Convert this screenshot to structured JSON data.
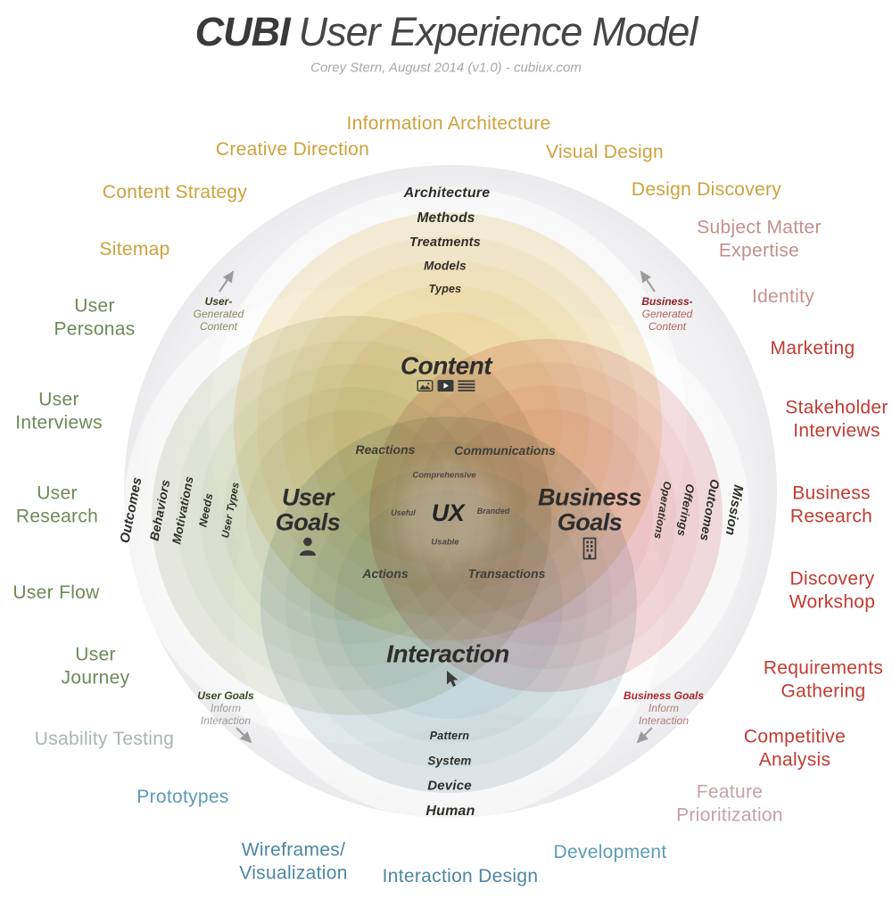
{
  "header": {
    "title_bold": "CUBI",
    "title_rest": "User Experience Model",
    "subtitle": "Corey Stern, August 2014  (v1.0)  - cubiux.com"
  },
  "outer": {
    "information_architecture": "Information Architecture",
    "creative_direction": "Creative Direction",
    "visual_design": "Visual Design",
    "content_strategy": "Content Strategy",
    "design_discovery": "Design Discovery",
    "sitemap": "Sitemap",
    "subject_matter_expertise": "Subject Matter\nExpertise",
    "identity": "Identity",
    "marketing": "Marketing",
    "stakeholder_interviews": "Stakeholder\nInterviews",
    "business_research": "Business\nResearch",
    "discovery_workshop": "Discovery\nWorkshop",
    "requirements_gathering": "Requirements\nGathering",
    "competitive_analysis": "Competitive Analysis",
    "feature_prioritization": "Feature Prioritization",
    "development": "Development",
    "interaction_design": "Interaction Design",
    "wireframes_visualization": "Wireframes/\nVisualization",
    "prototypes": "Prototypes",
    "usability_testing": "Usability Testing",
    "user_journey": "User\nJourney",
    "user_flow": "User Flow",
    "user_research": "User\nResearch",
    "user_interviews": "User\nInterviews",
    "user_personas": "User\nPersonas"
  },
  "groups": {
    "content": {
      "title": "Content",
      "rings": [
        "Architecture",
        "Methods",
        "Treatments",
        "Models",
        "Types"
      ],
      "icons": [
        "image-icon",
        "video-icon",
        "list-icon"
      ]
    },
    "user": {
      "title": "User\nGoals",
      "rings": [
        "Outcomes",
        "Behaviors",
        "Motivations",
        "Needs",
        "User Types"
      ],
      "icon": "person-icon"
    },
    "business": {
      "title": "Business\nGoals",
      "rings": [
        "Mission",
        "Outcomes",
        "Offerings",
        "Operations"
      ],
      "icon": "building-icon"
    },
    "interaction": {
      "title": "Interaction",
      "rings": [
        "Human",
        "Device",
        "System",
        "Pattern"
      ],
      "icon": "cursor-icon"
    }
  },
  "center": {
    "ux": "UX",
    "reactions": "Reactions",
    "communications": "Communications",
    "actions": "Actions",
    "transactions": "Transactions",
    "comprehensive": "Comprehensive",
    "useful": "Useful",
    "branded": "Branded",
    "usable": "Usable"
  },
  "annotations": {
    "user_generated": {
      "lines": [
        "User-",
        "Generated",
        "Content"
      ]
    },
    "business_generated": {
      "lines": [
        "Business-",
        "Generated",
        "Content"
      ]
    },
    "user_goals_inform": {
      "lines": [
        "User Goals",
        "Inform",
        "Interaction"
      ]
    },
    "business_goals_inform": {
      "lines": [
        "Business Goals",
        "Inform",
        "Interaction"
      ]
    }
  },
  "colors": {
    "gold": "#cda23d",
    "salmon": "#c2908c",
    "red": "#c13b33",
    "green": "#6d8a58",
    "gray": "#aab4b4",
    "teal": "#5b9cb6",
    "teal_dark": "#4d87a2",
    "pink_gray": "#c6a0a7",
    "content_core": "#e8d094",
    "user_core": "#c2c9ad",
    "business_core": "#e7b6b9",
    "interaction_core": "#aec7ce"
  }
}
